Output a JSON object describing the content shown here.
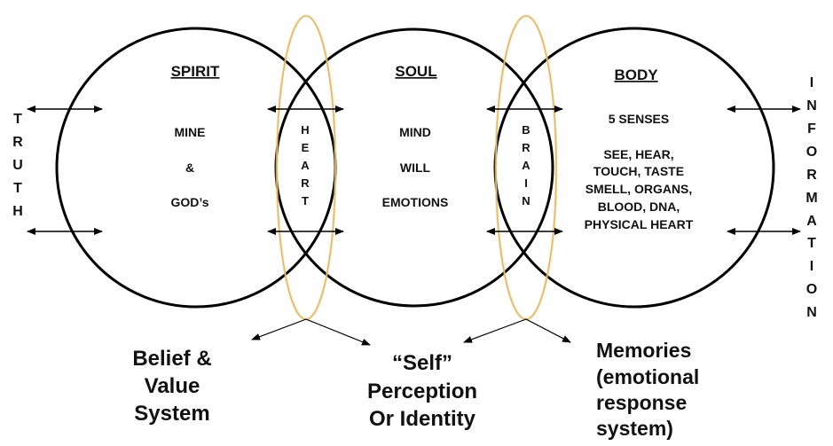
{
  "diagram": {
    "colors": {
      "circle_stroke": "#000000",
      "ellipse_stroke": "#E3BC5C",
      "text": "#111111",
      "background": "#FFFFFF"
    },
    "left_label": {
      "letters": [
        "T",
        "R",
        "U",
        "T",
        "H"
      ],
      "text": "TRUTH"
    },
    "right_label": {
      "letters": [
        "I",
        "N",
        "F",
        "O",
        "R",
        "M",
        "A",
        "T",
        "I",
        "O",
        "N"
      ],
      "text": "INFORMATION"
    },
    "circles": [
      {
        "id": "spirit",
        "title": "SPIRIT",
        "lines": [
          "MINE",
          "&",
          "GOD’s"
        ]
      },
      {
        "id": "soul",
        "title": "SOUL",
        "lines": [
          "MIND",
          "WILL",
          "EMOTIONS"
        ]
      },
      {
        "id": "body",
        "title": "BODY",
        "lines": [
          "5 SENSES",
          "SEE, HEAR,",
          "TOUCH, TASTE",
          "SMELL, ORGANS,",
          "BLOOD, DNA,",
          "PHYSICAL HEART"
        ]
      }
    ],
    "overlaps": [
      {
        "id": "heart",
        "letters": [
          "H",
          "E",
          "A",
          "R",
          "T"
        ],
        "text": "HEART"
      },
      {
        "id": "brain",
        "letters": [
          "B",
          "R",
          "A",
          "I",
          "N"
        ],
        "text": "BRAIN"
      }
    ],
    "outcomes": [
      {
        "id": "belief",
        "lines": [
          "Belief &",
          "Value",
          "System"
        ]
      },
      {
        "id": "self",
        "lines": [
          "“Self”",
          "Perception",
          "Or Identity"
        ]
      },
      {
        "id": "memories",
        "lines": [
          "Memories",
          "(emotional",
          "response",
          "system)"
        ]
      }
    ]
  }
}
